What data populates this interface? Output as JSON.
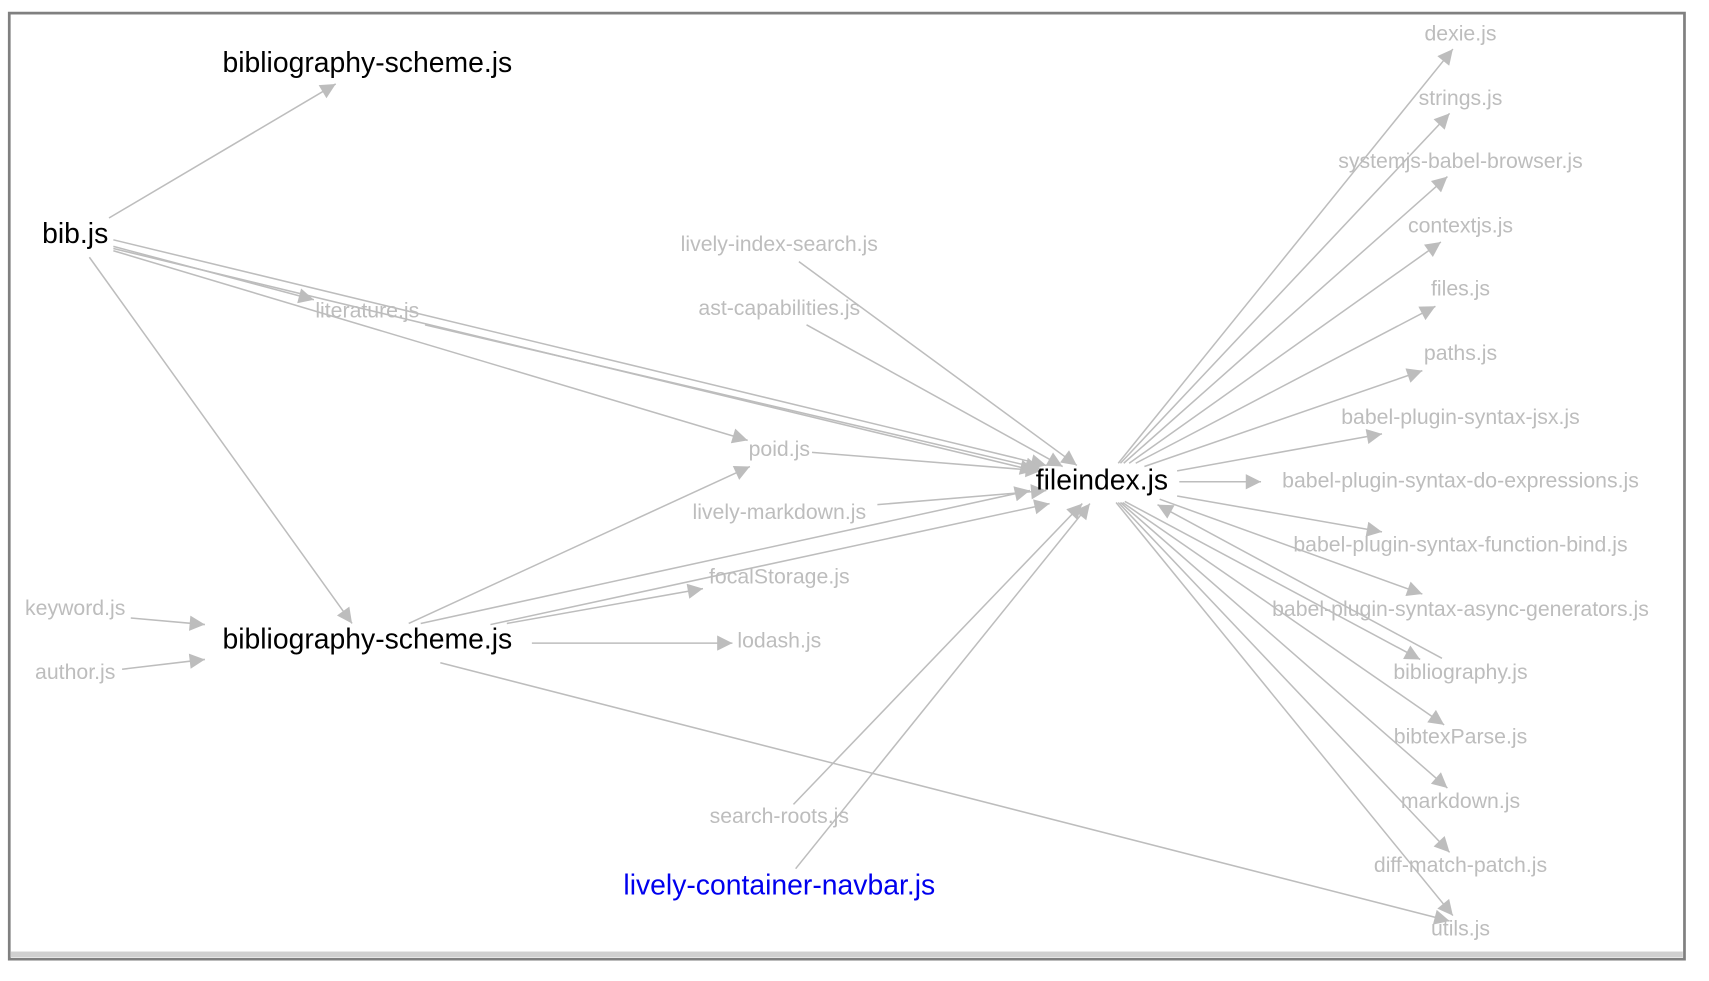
{
  "colors": {
    "edge": "#bdbdbd",
    "dependency_text": "#bdbdbd",
    "main_text": "#000000",
    "link_text": "#0000ee",
    "frame": "#808080"
  },
  "graph": {
    "nodes": [
      {
        "label": "bibliography-scheme.js",
        "kind": "main"
      },
      {
        "label": "bib.js",
        "kind": "main"
      },
      {
        "label": "bibliography-scheme.js",
        "kind": "main"
      },
      {
        "label": "keyword.js",
        "kind": "dep"
      },
      {
        "label": "author.js",
        "kind": "dep"
      },
      {
        "label": "literature.js",
        "kind": "dep"
      },
      {
        "label": "lively-index-search.js",
        "kind": "dep"
      },
      {
        "label": "ast-capabilities.js",
        "kind": "dep"
      },
      {
        "label": "poid.js",
        "kind": "dep"
      },
      {
        "label": "lively-markdown.js",
        "kind": "dep"
      },
      {
        "label": "focalStorage.js",
        "kind": "dep"
      },
      {
        "label": "lodash.js",
        "kind": "dep"
      },
      {
        "label": "search-roots.js",
        "kind": "dep"
      },
      {
        "label": "lively-container-navbar.js",
        "kind": "link"
      },
      {
        "label": "fileindex.js",
        "kind": "main"
      },
      {
        "label": "dexie.js",
        "kind": "dep"
      },
      {
        "label": "strings.js",
        "kind": "dep"
      },
      {
        "label": "systemjs-babel-browser.js",
        "kind": "dep"
      },
      {
        "label": "contextjs.js",
        "kind": "dep"
      },
      {
        "label": "files.js",
        "kind": "dep"
      },
      {
        "label": "paths.js",
        "kind": "dep"
      },
      {
        "label": "babel-plugin-syntax-jsx.js",
        "kind": "dep"
      },
      {
        "label": "babel-plugin-syntax-do-expressions.js",
        "kind": "dep"
      },
      {
        "label": "babel-plugin-syntax-function-bind.js",
        "kind": "dep"
      },
      {
        "label": "babel-plugin-syntax-async-generators.js",
        "kind": "dep"
      },
      {
        "label": "bibliography.js",
        "kind": "dep"
      },
      {
        "label": "bibtexParse.js",
        "kind": "dep"
      },
      {
        "label": "markdown.js",
        "kind": "dep"
      },
      {
        "label": "diff-match-patch.js",
        "kind": "dep"
      },
      {
        "label": "utils.js",
        "kind": "dep"
      }
    ],
    "edges": [
      [
        1,
        0
      ],
      [
        1,
        5
      ],
      [
        1,
        14
      ],
      [
        1,
        8
      ],
      [
        1,
        14
      ],
      [
        5,
        14
      ],
      [
        1,
        2
      ],
      [
        3,
        2
      ],
      [
        4,
        2
      ],
      [
        2,
        8
      ],
      [
        2,
        14
      ],
      [
        2,
        10
      ],
      [
        2,
        14
      ],
      [
        2,
        11
      ],
      [
        2,
        29
      ],
      [
        6,
        14
      ],
      [
        7,
        14
      ],
      [
        8,
        14
      ],
      [
        9,
        14
      ],
      [
        12,
        14
      ],
      [
        13,
        14
      ],
      [
        14,
        15
      ],
      [
        14,
        16
      ],
      [
        14,
        17
      ],
      [
        14,
        18
      ],
      [
        14,
        19
      ],
      [
        14,
        20
      ],
      [
        14,
        21
      ],
      [
        14,
        22
      ],
      [
        14,
        23
      ],
      [
        14,
        24
      ],
      [
        14,
        25
      ],
      [
        14,
        26
      ],
      [
        14,
        27
      ],
      [
        14,
        28
      ],
      [
        14,
        29
      ],
      [
        25,
        14
      ]
    ]
  }
}
